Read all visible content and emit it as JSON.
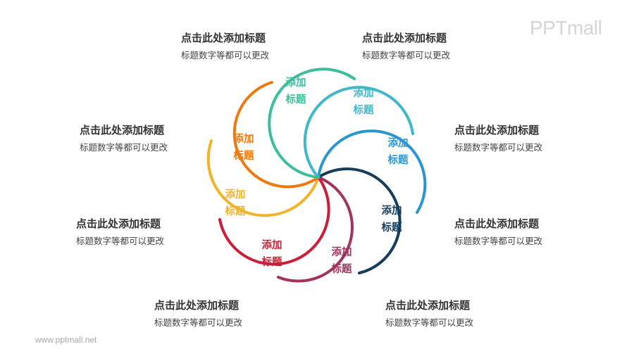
{
  "logo": "PPTmall",
  "footer": "www.pptmall.net",
  "blocks": [
    {
      "title": "点击此处添加标题",
      "subtitle": "标题数字等都可以更改"
    },
    {
      "title": "点击此处添加标题",
      "subtitle": "标题数字等都可以更改"
    },
    {
      "title": "点击此处添加标题",
      "subtitle": "标题数字等都可以更改"
    },
    {
      "title": "点击此处添加标题",
      "subtitle": "标题数字等都可以更改"
    },
    {
      "title": "点击此处添加标题",
      "subtitle": "标题数字等都可以更改"
    },
    {
      "title": "点击此处添加标题",
      "subtitle": "标题数字等都可以更改"
    },
    {
      "title": "点击此处添加标题",
      "subtitle": "标题数字等都可以更改"
    },
    {
      "title": "点击此处添加标题",
      "subtitle": "标题数字等都可以更改"
    }
  ],
  "petals": [
    {
      "line1": "添加",
      "line2": "标题",
      "color": "#3dbd9c"
    },
    {
      "line1": "添加",
      "line2": "标题",
      "color": "#3fb8c8"
    },
    {
      "line1": "添加",
      "line2": "标题",
      "color": "#2b95cf"
    },
    {
      "line1": "添加",
      "line2": "标题",
      "color": "#163d5c"
    },
    {
      "line1": "添加",
      "line2": "标题",
      "color": "#a3325e"
    },
    {
      "line1": "添加",
      "line2": "标题",
      "color": "#c8203a"
    },
    {
      "line1": "添加",
      "line2": "标题",
      "color": "#f0b429"
    },
    {
      "line1": "添加",
      "line2": "标题",
      "color": "#ec7a10"
    }
  ]
}
